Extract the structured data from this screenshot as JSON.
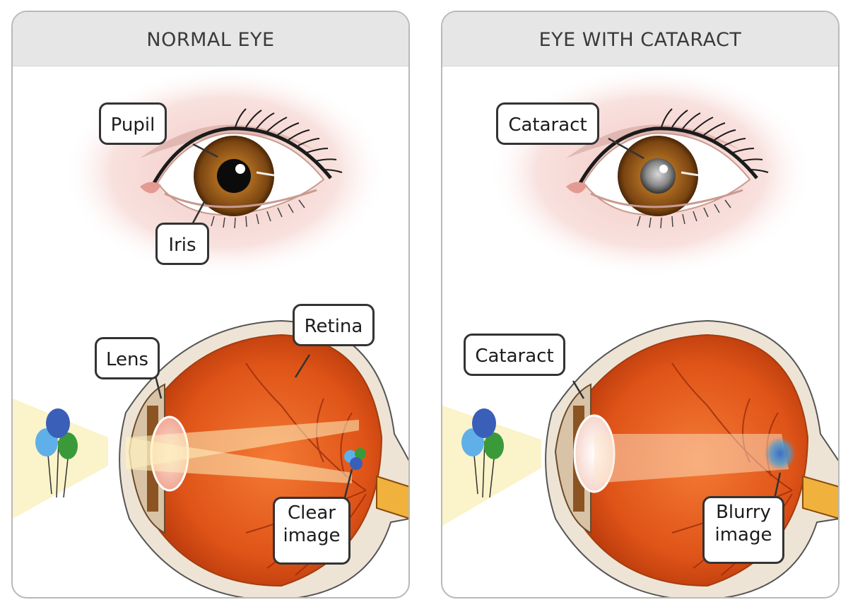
{
  "panels": {
    "normal": {
      "title": "NORMAL EYE",
      "labels": {
        "pupil": "Pupil",
        "iris": "Iris",
        "lens": "Lens",
        "retina": "Retina",
        "clear_image_line1": "Clear",
        "clear_image_line2": "image"
      }
    },
    "cataract": {
      "title": "EYE WITH CATARACT",
      "labels": {
        "cataract_front": "Cataract",
        "cataract_lens": "Cataract",
        "blurry_image_line1": "Blurry",
        "blurry_image_line2": "image"
      }
    }
  },
  "colors": {
    "iris": "#9a5a1a",
    "eyeball": "#e0541c",
    "lens": "#f7c9b8",
    "light_cone": "#fbf3c9",
    "frame_border": "#b9b9b9",
    "header_bg": "#e6e6e6"
  }
}
